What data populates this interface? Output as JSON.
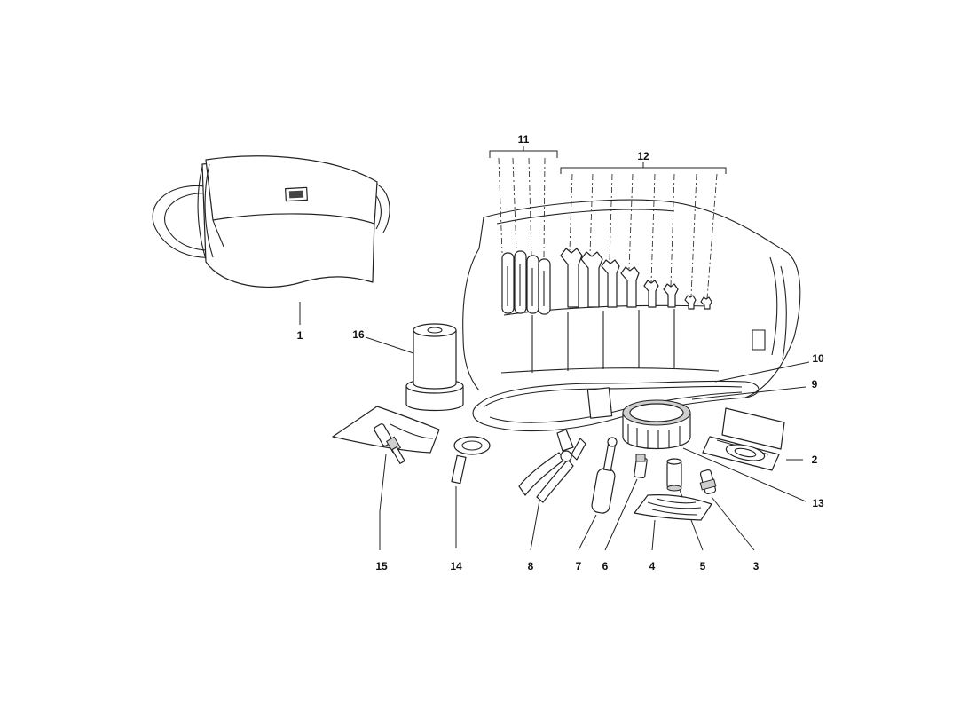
{
  "diagram": {
    "callouts": {
      "c1": "1",
      "c2": "2",
      "c3": "3",
      "c4": "4",
      "c5": "5",
      "c6": "6",
      "c7": "7",
      "c8": "8",
      "c9": "9",
      "c10": "10",
      "c11": "11",
      "c12": "12",
      "c13": "13",
      "c14": "14",
      "c15": "15",
      "c16": "16"
    },
    "parts": [
      "tool-bag",
      "feeler-gauge-case",
      "spark-plug-adapter",
      "cloth",
      "socket",
      "hex-key",
      "screwdriver-handle",
      "pliers",
      "belt",
      "belt",
      "screwdrivers",
      "open-end-spanners",
      "filter-wrench-cup",
      "lifting-eye-bolt",
      "spark-plug-socket-pouch",
      "spark-plug-wrench-tube"
    ]
  }
}
